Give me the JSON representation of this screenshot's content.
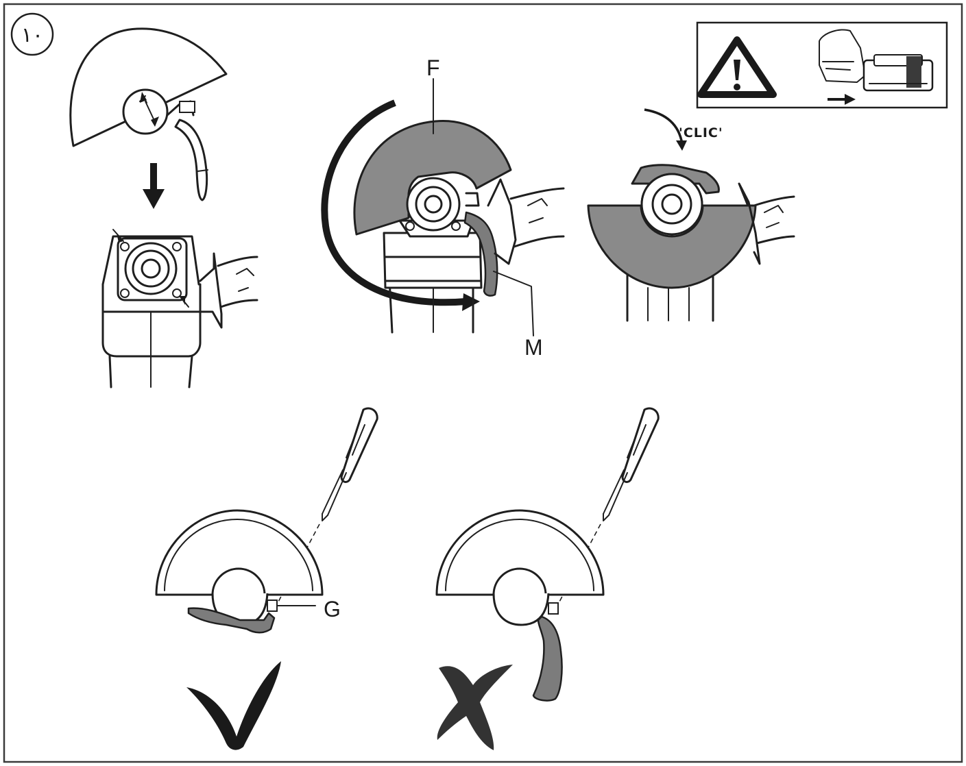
{
  "figure": {
    "step_number": "١٠",
    "labels": {
      "F": "F",
      "M": "M",
      "G": "G",
      "clic": "'CLIC'"
    },
    "icons": [
      "warning-triangle-icon",
      "battery-removal-icon",
      "arrow-down-icon",
      "rotation-arrow-icon",
      "check-mark-icon",
      "cross-mark-icon",
      "screwdriver-icon"
    ],
    "colors": {
      "line": "#1f1f1f",
      "shading": "#8a8a8a",
      "background": "#ffffff"
    }
  }
}
